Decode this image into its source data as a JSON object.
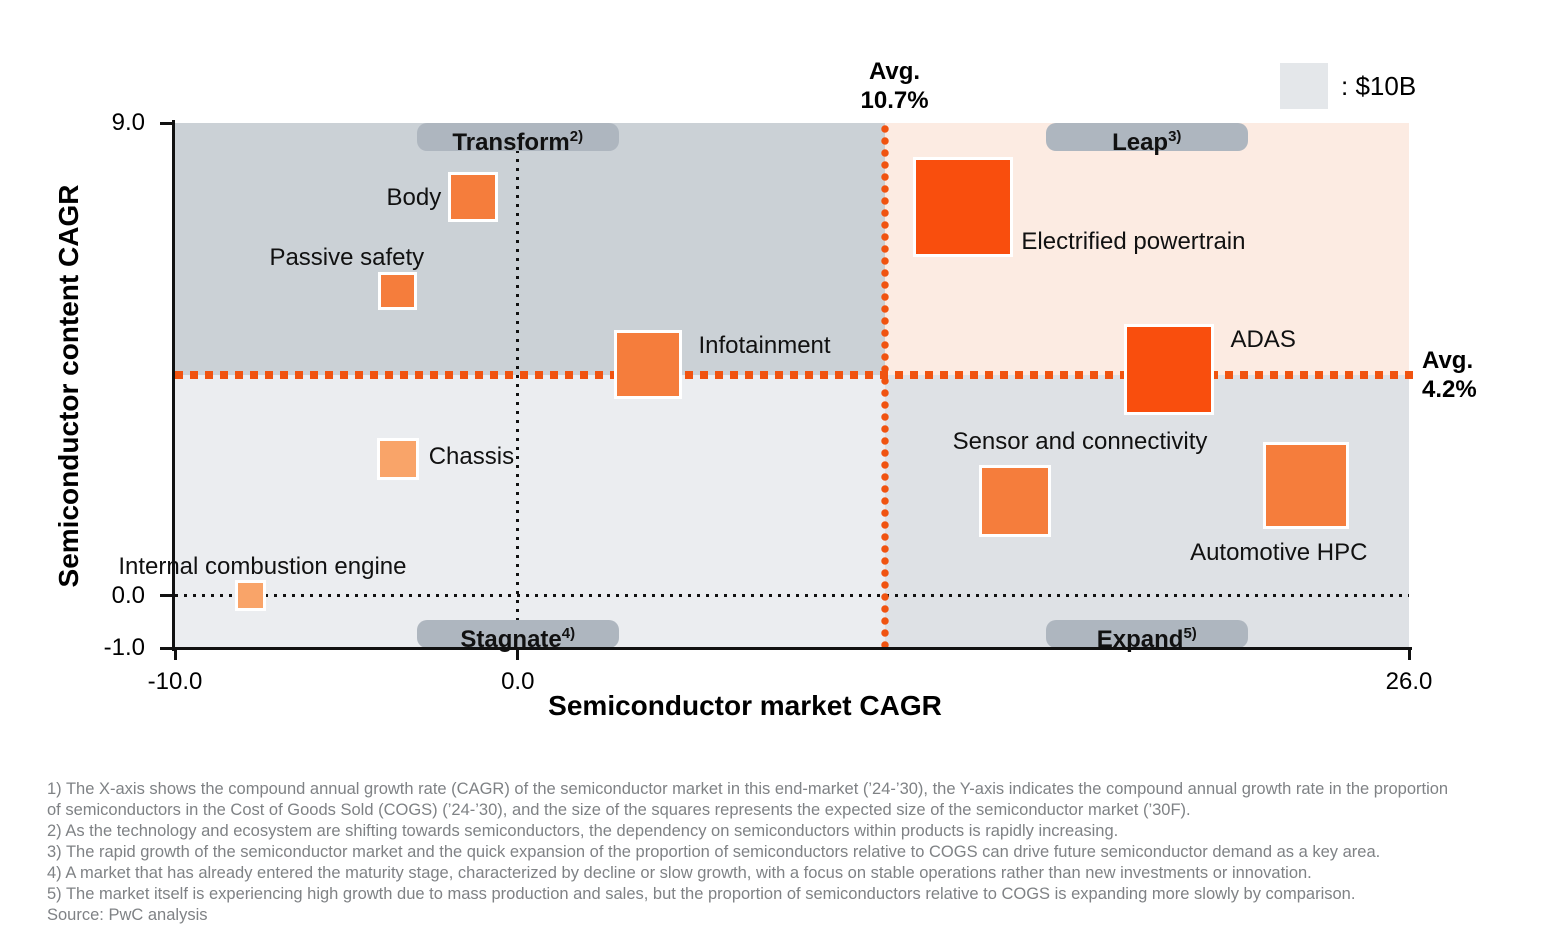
{
  "chart_data": {
    "type": "scatter",
    "variant": "square-bubble-quadrant-matrix",
    "xlabel": "Semiconductor market CAGR",
    "ylabel": "Semiconductor content CAGR",
    "xlim": [
      -10.0,
      26.0
    ],
    "ylim": [
      -1.0,
      9.0
    ],
    "grid": false,
    "xticks": [
      {
        "v": -10.0,
        "label": "-10.0"
      },
      {
        "v": 0.0,
        "label": "0.0"
      },
      {
        "v": 26.0,
        "label": "26.0"
      }
    ],
    "yticks": [
      {
        "v": 9.0,
        "label": "9.0"
      },
      {
        "v": 0.0,
        "label": "0.0"
      },
      {
        "v": -1.0,
        "label": "-1.0"
      }
    ],
    "zero_lines": {
      "x": 0.0,
      "y": 0.0
    },
    "avg_x": {
      "value": 10.7,
      "label_line1": "Avg.",
      "label_line2": "10.7%"
    },
    "avg_y": {
      "value": 4.2,
      "label_line1": "Avg.",
      "label_line2": "4.2%"
    },
    "legend": {
      "label": ": $10B",
      "ref_value_usd_b": 10
    },
    "quadrants": [
      {
        "name": "Transform",
        "sup": "2)",
        "position": "top-left",
        "bg": "#cbd1d6"
      },
      {
        "name": "Leap",
        "sup": "3)",
        "position": "top-right",
        "bg": "#fcebe2"
      },
      {
        "name": "Stagnate",
        "sup": "4)",
        "position": "bottom-left",
        "bg": "#ebedf0"
      },
      {
        "name": "Expand",
        "sup": "5)",
        "position": "bottom-right",
        "bg": "#dee1e5"
      }
    ],
    "points": [
      {
        "label": "Body",
        "x": -1.3,
        "y": 7.6,
        "size_usd_b": 10,
        "tone": "mid",
        "label_pos": "left"
      },
      {
        "label": "Passive safety",
        "x": -3.5,
        "y": 5.8,
        "size_usd_b": 6,
        "tone": "mid",
        "label_pos": "above-left"
      },
      {
        "label": "Infotainment",
        "x": 3.8,
        "y": 4.4,
        "size_usd_b": 19,
        "tone": "mid",
        "label_pos": "right-top"
      },
      {
        "label": "Chassis",
        "x": -3.5,
        "y": 2.6,
        "size_usd_b": 7,
        "tone": "light",
        "label_pos": "right"
      },
      {
        "label": "Internal combustion engine",
        "x": -7.8,
        "y": 0.0,
        "size_usd_b": 4,
        "tone": "light",
        "label_pos": "above"
      },
      {
        "label": "Electrified powertrain",
        "x": 13.0,
        "y": 7.4,
        "size_usd_b": 40,
        "tone": "dark",
        "label_pos": "right-bottom"
      },
      {
        "label": "ADAS",
        "x": 19.0,
        "y": 4.3,
        "size_usd_b": 33,
        "tone": "dark",
        "label_pos": "right-top"
      },
      {
        "label": "Sensor and connectivity",
        "x": 14.5,
        "y": 1.8,
        "size_usd_b": 21,
        "tone": "mid",
        "label_pos": "above-right"
      },
      {
        "label": "Automotive HPC",
        "x": 23.0,
        "y": 2.1,
        "size_usd_b": 30,
        "tone": "mid",
        "label_pos": "below-left"
      }
    ],
    "colors": {
      "dark": "#f94e0d",
      "mid": "#f57d3c",
      "light": "#f9a469",
      "avg_line": "#f05310",
      "pill_bg": "#aeb6bf",
      "legend_swatch": "#e4e7ea",
      "axis": "#111111"
    }
  },
  "footnotes": {
    "lines": [
      "1) The X-axis shows the compound annual growth rate (CAGR) of the semiconductor market in this end-market (’24-’30), the Y-axis indicates the compound annual growth rate in the proportion",
      "of semiconductors in the Cost of Goods Sold (COGS) (’24-’30), and the size of the squares represents the expected size of the semiconductor market (’30F).",
      "2) As the technology and ecosystem are shifting towards semiconductors, the dependency on semiconductors within products is rapidly increasing.",
      "3) The rapid growth of the semiconductor market and the quick expansion of the proportion of semiconductors relative to COGS can drive future semiconductor demand as a key area.",
      "4) A market that has already entered the maturity stage, characterized by decline or slow growth, with a focus on stable operations rather than new investments or innovation.",
      "5) The market itself is experiencing high growth due to mass production and sales, but the proportion of semiconductors relative to COGS is expanding more slowly by comparison.",
      "Source: PwC analysis"
    ]
  }
}
